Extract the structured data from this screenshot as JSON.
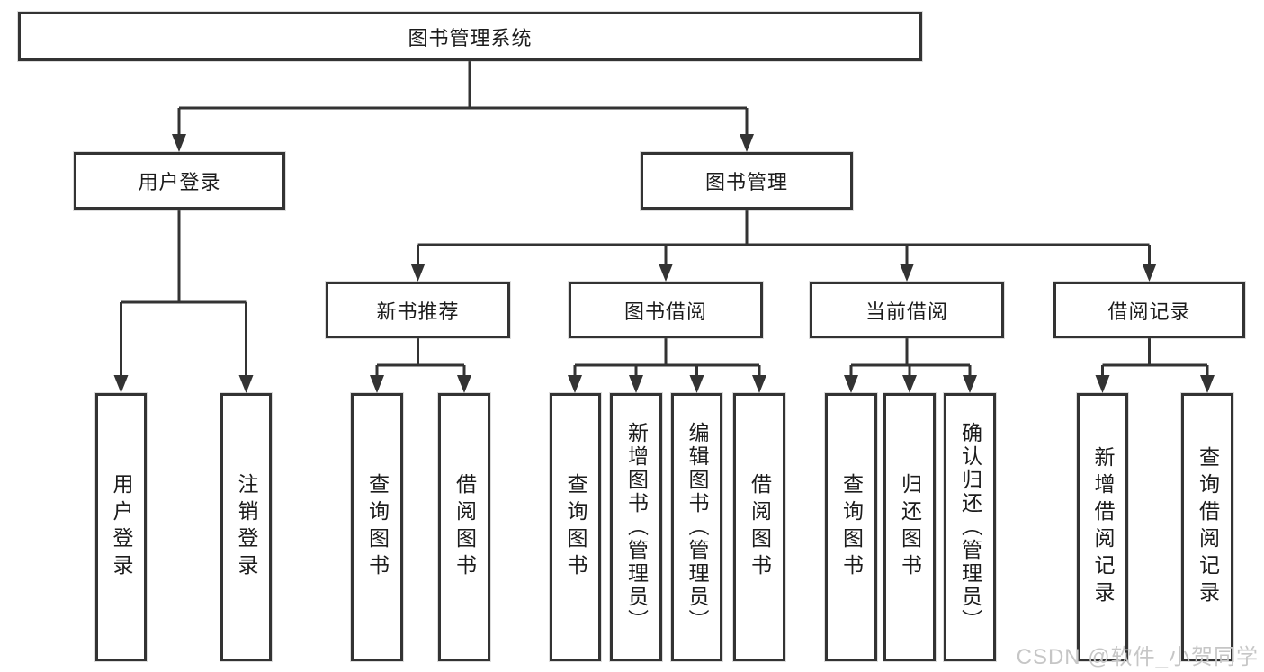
{
  "diagram": {
    "root": "图书管理系统",
    "l2": {
      "login": "用户登录",
      "mgmt": "图书管理"
    },
    "l3": {
      "recommend": "新书推荐",
      "borrow": "图书借阅",
      "current": "当前借阅",
      "record": "借阅记录"
    },
    "leaf": {
      "login1": "用户登录",
      "logout": "注销登录",
      "rec_query": "查询图书",
      "rec_borrow": "借阅图书",
      "bor_query": "查询图书",
      "bor_add": "新增图书（管理员）",
      "bor_edit": "编辑图书（管理员）",
      "bor_borrow": "借阅图书",
      "cur_query": "查询图书",
      "cur_return": "归还图书",
      "cur_confirm": "确认归还（管理员）",
      "recd_add": "新增借阅记录",
      "recd_query": "查询借阅记录"
    }
  },
  "watermark": "CSDN @软件_小贺同学",
  "colors": {
    "line": "#333333",
    "text": "#1c1c1c",
    "watermark": "#c6c6c6",
    "background": "#ffffff"
  }
}
